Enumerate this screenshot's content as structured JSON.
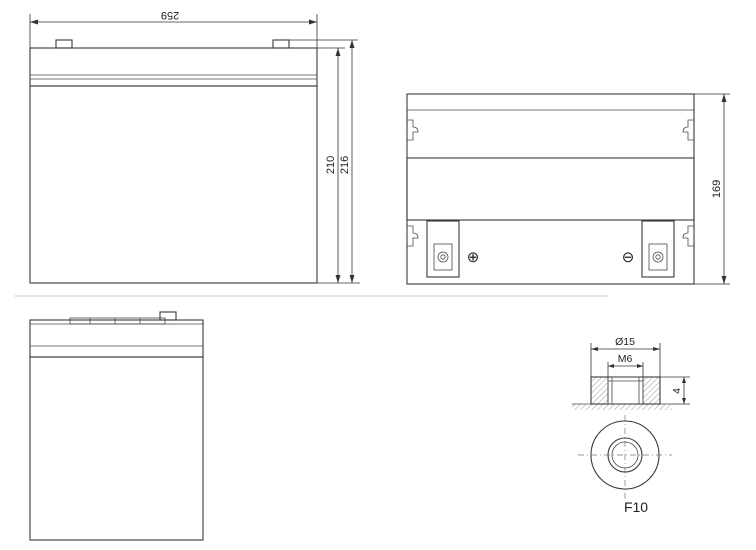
{
  "drawing": {
    "front_view": {
      "width_label": "259",
      "height_label_inner": "210",
      "height_label_total": "216"
    },
    "side_view": {
      "height_label": "169"
    },
    "terminal_detail": {
      "outer_diameter_label": "Ø15",
      "thread_label": "M6",
      "height_label": "4",
      "terminal_code": "F10"
    },
    "terminal_symbols": {
      "positive": "⊕",
      "negative": "⊖"
    }
  }
}
